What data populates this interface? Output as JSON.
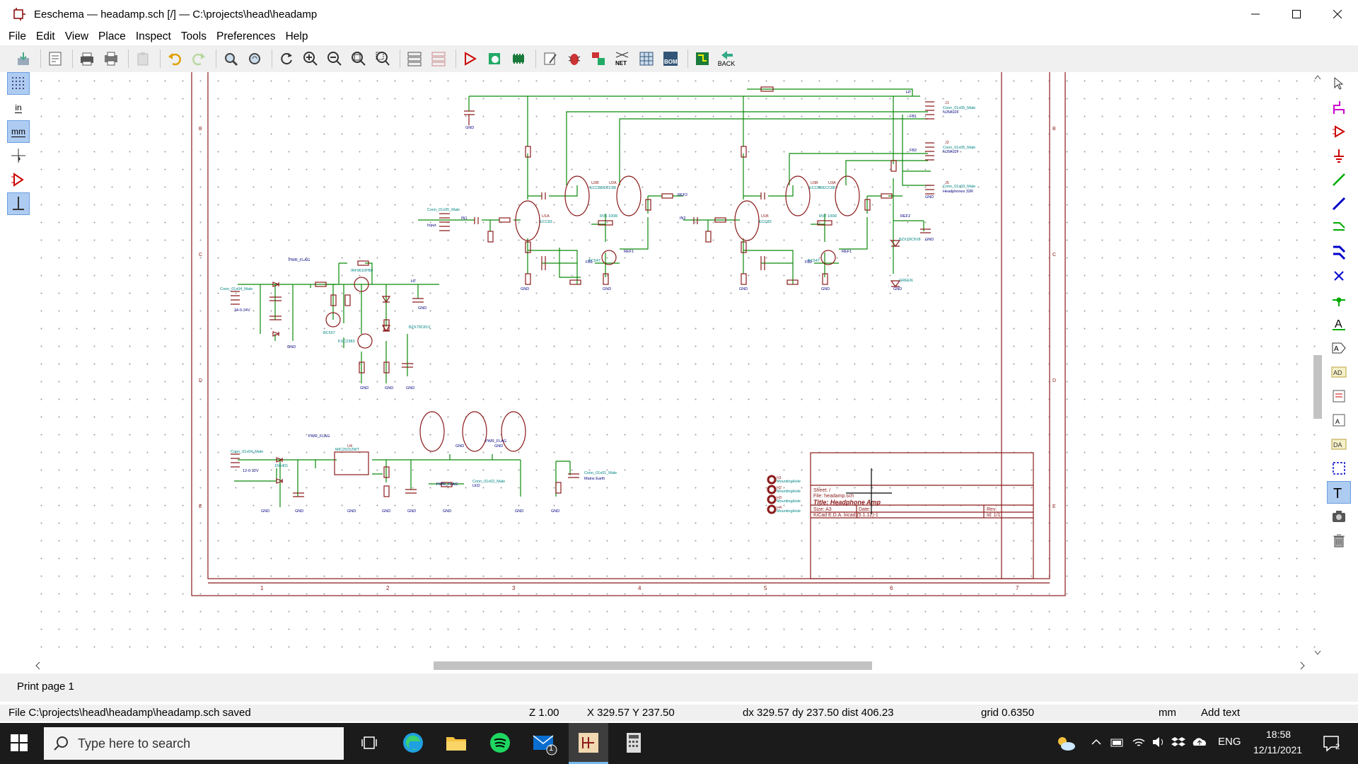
{
  "window": {
    "title": "Eeschema — headamp.sch [/] — C:\\projects\\head\\headamp"
  },
  "menu": [
    "File",
    "Edit",
    "View",
    "Place",
    "Inspect",
    "Tools",
    "Preferences",
    "Help"
  ],
  "toolbar": {
    "back_label": "BACK",
    "net_label": "NET",
    "bom_label": "BOM"
  },
  "left_toolbar": {
    "in_label": "in",
    "mm_label": "mm"
  },
  "schematic": {
    "title_block": {
      "sheet": "Sheet: /",
      "file": "File: headamp.sch",
      "title": "Title: Headphone Amp",
      "size": "Size: A3",
      "date": "Date:",
      "rev": "Rev:",
      "kicad": "KiCad E.D.A.  kicad (5.1.12)-1",
      "id": "Id: 1/1"
    },
    "column_labels": [
      "1",
      "2",
      "3",
      "4",
      "5",
      "6",
      "7"
    ],
    "row_labels": [
      "B",
      "C",
      "D",
      "E"
    ],
    "labels": {
      "ht": "HT",
      "gnd": "GND",
      "input": "Input",
      "fb1": "FB1",
      "fb2": "FB2",
      "ref1": "REF1",
      "ref2": "REF2",
      "in1": "IN1",
      "in2": "IN2",
      "pwr_flag": "PWR_FLAG",
      "mains_earth": "Mains Earth",
      "led": "LED",
      "voltage_input": "24-0-24V",
      "voltage_input2": "12-0-12V",
      "j1": "J1",
      "j1_val": "Conn_01x05_Male",
      "j1_part": "NJ5A02F",
      "j2": "J2",
      "j2_val": "Conn_01x05_Male",
      "j2_part": "NJ5A02F",
      "j5": "J5",
      "j5_val": "Conn_01x03_Male",
      "j5_part": "Headphones 32R",
      "j3_val": "Conn_01x05_Male",
      "j6_val": "Conn_01x04_Male",
      "j4_val": "Conn_01x04_Male",
      "j8_val": "Conn_01x01_Male",
      "j7_val": "Conn_01x02_Male",
      "u1a": "U1A",
      "u1b": "U1B",
      "u2a": "U2A",
      "u2b": "U2B",
      "u3a": "U3A",
      "u3b": "U3B",
      "u4": "U4",
      "u4_val": "MIC29152WT",
      "ecc83": "ECC83",
      "ecc88": "ECC88/ECC88",
      "q4_val": "IRF9610PBF",
      "d1_val": "BZX79C6V8",
      "d2_val": "GREEN",
      "d3_val": "1N5401",
      "d8_val": "BZX79C81V",
      "q3_val": "BC557",
      "q5_val": "KSC2383",
      "q1_val": "BC547",
      "q2_val": "BC547",
      "rv1": "RV1 100R",
      "rv2": "RV2 100R",
      "mh": [
        "H1",
        "H2",
        "H3",
        "H4"
      ],
      "mh_val": "MountingHole"
    }
  },
  "hscroll": {},
  "message": "Print page 1",
  "status": {
    "file": "File C:\\projects\\head\\headamp\\headamp.sch saved",
    "zoom": "Z 1.00",
    "xy": "X 329.57  Y 237.50",
    "dxy": "dx 329.57  dy 237.50  dist 406.23",
    "grid": "grid 0.6350",
    "units": "mm",
    "mode": "Add text"
  },
  "taskbar": {
    "search_placeholder": "Type here to search",
    "lang": "ENG",
    "time": "18:58",
    "date": "12/11/2021",
    "mail_badge": "1",
    "notification_count": "2"
  }
}
